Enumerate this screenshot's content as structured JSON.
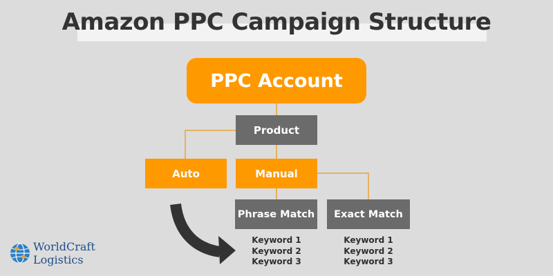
{
  "title": "Amazon PPC Campaign Structure",
  "nodes": {
    "account": "PPC Account",
    "product": "Product",
    "auto": "Auto",
    "manual": "Manual",
    "phrase_match": "Phrase Match",
    "exact_match": "Exact Match"
  },
  "keywords": {
    "phrase_match": [
      "Keyword 1",
      "Keyword 2",
      "Keyword 3"
    ],
    "exact_match": [
      "Keyword 1",
      "Keyword 2",
      "Keyword 3"
    ]
  },
  "logo": {
    "line1": "WorldCraft",
    "line2": "Logistics"
  },
  "colors": {
    "orange": "#ff9900",
    "grey": "#6b6b6b",
    "connector": "#e8a33a",
    "arrow": "#333333",
    "background": "#dcdcdc"
  }
}
